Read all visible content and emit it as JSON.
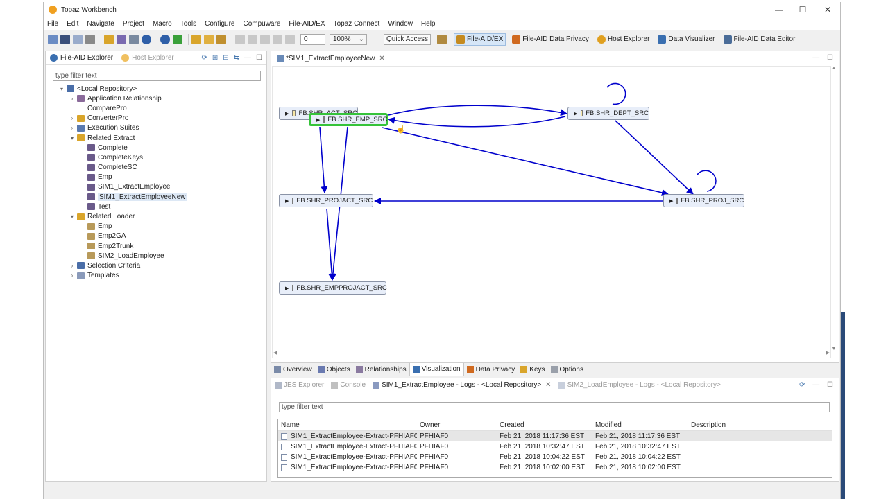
{
  "window": {
    "title": "Topaz Workbench",
    "controls": {
      "minimize": "—",
      "maximize": "☐",
      "close": "✕"
    }
  },
  "menu": [
    "File",
    "Edit",
    "Navigate",
    "Project",
    "Macro",
    "Tools",
    "Configure",
    "Compuware",
    "File-AID/EX",
    "Topaz Connect",
    "Window",
    "Help"
  ],
  "toolbar": {
    "spinner_value": "0",
    "zoom_value": "100%",
    "quick_access": "Quick Access",
    "perspectives": [
      {
        "label": "File-AID/EX",
        "active": true,
        "color": "#c58a1f"
      },
      {
        "label": "File-AID Data Privacy",
        "active": false,
        "color": "#d06a20"
      },
      {
        "label": "Host Explorer",
        "active": false,
        "color": "#e0a020"
      },
      {
        "label": "Data Visualizer",
        "active": false,
        "color": "#3a6fb0"
      },
      {
        "label": "File-AID Data Editor",
        "active": false,
        "color": "#4a6c98"
      }
    ]
  },
  "left_panel": {
    "tabs": [
      {
        "label": "File-AID Explorer",
        "active": true
      },
      {
        "label": "Host Explorer",
        "active": false
      }
    ],
    "filter_placeholder": "type filter text",
    "tree": [
      {
        "label": "<Local Repository>",
        "level": 0,
        "twisty": "▾",
        "icon": "repository-icon"
      },
      {
        "label": "Application Relationship",
        "level": 1,
        "twisty": "›",
        "icon": "relationship-icon"
      },
      {
        "label": "ComparePro",
        "level": 1,
        "twisty": "",
        "icon": "compare-icon"
      },
      {
        "label": "ConverterPro",
        "level": 1,
        "twisty": "›",
        "icon": "converter-icon"
      },
      {
        "label": "Execution Suites",
        "level": 1,
        "twisty": "›",
        "icon": "suite-icon"
      },
      {
        "label": "Related Extract",
        "level": 1,
        "twisty": "▾",
        "icon": "extract-folder-icon"
      },
      {
        "label": "Complete",
        "level": 2,
        "twisty": "",
        "icon": "extract-icon"
      },
      {
        "label": "CompleteKeys",
        "level": 2,
        "twisty": "",
        "icon": "extract-icon"
      },
      {
        "label": "CompleteSC",
        "level": 2,
        "twisty": "",
        "icon": "extract-icon"
      },
      {
        "label": "Emp",
        "level": 2,
        "twisty": "",
        "icon": "extract-icon"
      },
      {
        "label": "SIM1_ExtractEmployee",
        "level": 2,
        "twisty": "",
        "icon": "extract-icon"
      },
      {
        "label": "SIM1_ExtractEmployeeNew",
        "level": 2,
        "twisty": "",
        "icon": "extract-icon",
        "selected": true
      },
      {
        "label": "Test",
        "level": 2,
        "twisty": "",
        "icon": "extract-icon"
      },
      {
        "label": "Related Loader",
        "level": 1,
        "twisty": "▾",
        "icon": "loader-folder-icon"
      },
      {
        "label": "Emp",
        "level": 2,
        "twisty": "",
        "icon": "loader-icon"
      },
      {
        "label": "Emp2GA",
        "level": 2,
        "twisty": "",
        "icon": "loader-icon"
      },
      {
        "label": "Emp2Trunk",
        "level": 2,
        "twisty": "",
        "icon": "loader-icon"
      },
      {
        "label": "SIM2_LoadEmployee",
        "level": 2,
        "twisty": "",
        "icon": "loader-icon"
      },
      {
        "label": "Selection Criteria",
        "level": 1,
        "twisty": "›",
        "icon": "criteria-icon"
      },
      {
        "label": "Templates",
        "level": 1,
        "twisty": "›",
        "icon": "template-icon"
      }
    ]
  },
  "editor": {
    "tab_label": "*SIM1_ExtractEmployeeNew",
    "nodes": {
      "act": "FB.SHR_ACT_SRC",
      "emp": "FB.SHR_EMP_SRC",
      "dept": "FB.SHR_DEPT_SRC",
      "projact": "FB.SHR_PROJACT_SRC",
      "proj": "FB.SHR_PROJ_SRC",
      "empprojact": "FB.SHR_EMPPROJACT_SRC"
    },
    "edge_color": "#0000cc",
    "selection_color": "#36c33a",
    "bottom_tabs": [
      {
        "label": "Overview",
        "active": false
      },
      {
        "label": "Objects",
        "active": false
      },
      {
        "label": "Relationships",
        "active": false
      },
      {
        "label": "Visualization",
        "active": true
      },
      {
        "label": "Data Privacy",
        "active": false
      },
      {
        "label": "Keys",
        "active": false
      },
      {
        "label": "Options",
        "active": false
      }
    ]
  },
  "logs_panel": {
    "tabs": [
      {
        "label": "JES Explorer",
        "active": false
      },
      {
        "label": "Console",
        "active": false
      },
      {
        "label": "SIM1_ExtractEmployee - Logs - <Local Repository>",
        "active": true
      },
      {
        "label": "SIM2_LoadEmployee - Logs - <Local Repository>",
        "active": false
      }
    ],
    "filter_placeholder": "type filter text",
    "columns": [
      "Name",
      "Owner",
      "Created",
      "Modified",
      "Description"
    ],
    "rows": [
      [
        "SIM1_ExtractEmployee-Extract-PFHIAF0...",
        "PFHIAF0",
        "Feb 21, 2018 11:17:36 EST",
        "Feb 21, 2018 11:17:36 EST",
        ""
      ],
      [
        "SIM1_ExtractEmployee-Extract-PFHIAF0...",
        "PFHIAF0",
        "Feb 21, 2018 10:32:47 EST",
        "Feb 21, 2018 10:32:47 EST",
        ""
      ],
      [
        "SIM1_ExtractEmployee-Extract-PFHIAF0...",
        "PFHIAF0",
        "Feb 21, 2018 10:04:22 EST",
        "Feb 21, 2018 10:04:22 EST",
        ""
      ],
      [
        "SIM1_ExtractEmployee-Extract-PFHIAF0...",
        "PFHIAF0",
        "Feb 21, 2018 10:02:00 EST",
        "Feb 21, 2018 10:02:00 EST",
        ""
      ]
    ]
  }
}
